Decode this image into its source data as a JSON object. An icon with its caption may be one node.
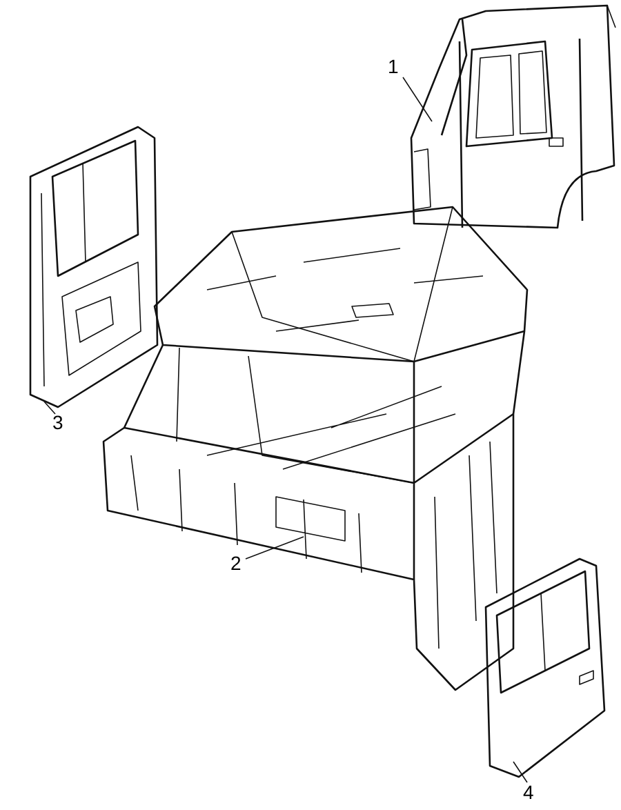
{
  "diagram": {
    "nodes": [
      {
        "text": [
          "1"
        ]
      },
      {
        "text": [],
        "shape": "picture"
      },
      {
        "text": [
          "3"
        ]
      },
      {
        "text": [],
        "shape": "picture"
      },
      {
        "text": [
          "2"
        ],
        "in": 5
      },
      {
        "text": [],
        "shape": "picture"
      },
      {
        "text": [
          "4"
        ]
      },
      {
        "text": [],
        "shape": "picture"
      }
    ],
    "edges": [
      {
        "from": 0,
        "to": 1,
        "arrow": "none"
      },
      {
        "from": 2,
        "to": 3,
        "arrow": "none"
      },
      {
        "from": 4,
        "to": 5,
        "arrow": "none"
      },
      {
        "from": 6,
        "to": 7,
        "arrow": "none"
      }
    ]
  }
}
